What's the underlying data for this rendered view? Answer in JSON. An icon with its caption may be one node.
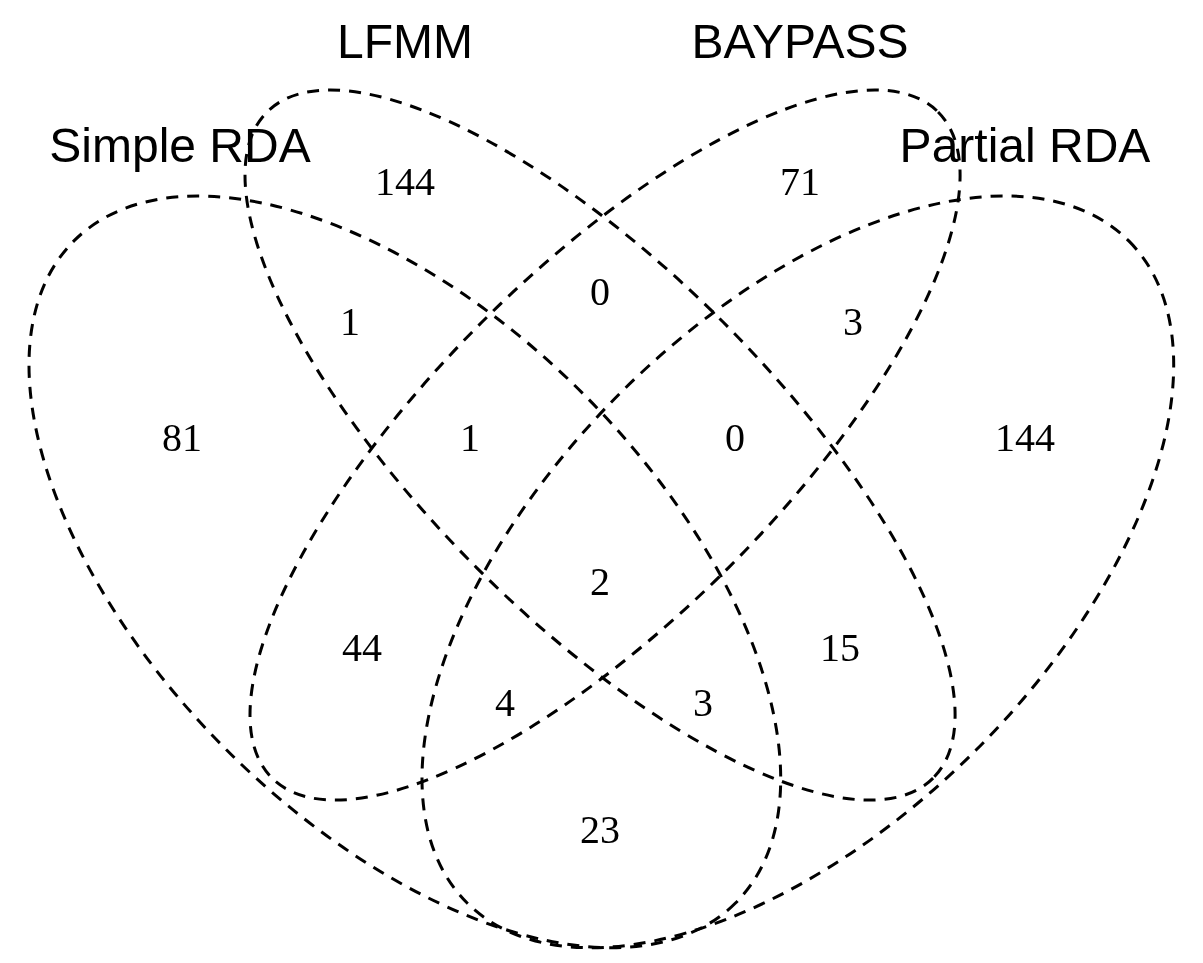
{
  "diagram": {
    "nodes": [
      {
        "text": [
          "Simple RDA"
        ]
      },
      {
        "text": [
          "LFMM"
        ]
      },
      {
        "text": [
          "BAYPASS"
        ]
      },
      {
        "text": [
          "Partial RDA"
        ]
      }
    ],
    "labels": [
      "144",
      "71",
      "0",
      "1",
      "3",
      "81",
      "1",
      "0",
      "144",
      "2",
      "44",
      "15",
      "4",
      "3",
      "23"
    ]
  }
}
